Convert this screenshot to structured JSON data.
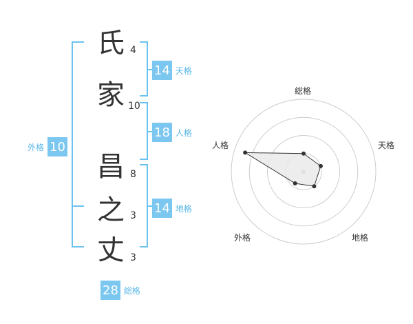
{
  "characters": [
    {
      "char": "氏",
      "strokes": "4"
    },
    {
      "char": "家",
      "strokes": "10"
    },
    {
      "char": "昌",
      "strokes": "8"
    },
    {
      "char": "之",
      "strokes": "3"
    },
    {
      "char": "丈",
      "strokes": "3"
    }
  ],
  "scores": {
    "tenkaku": {
      "value": "14",
      "label": "天格"
    },
    "jinkaku": {
      "value": "18",
      "label": "人格"
    },
    "chikaku": {
      "value": "14",
      "label": "地格"
    },
    "gaikaku": {
      "value": "10",
      "label": "外格"
    },
    "soukaku": {
      "value": "28",
      "label": "総格"
    }
  },
  "radar": {
    "axes": [
      "総格",
      "天格",
      "地格",
      "外格",
      "人格"
    ],
    "levels": 4,
    "max": 4,
    "values": [
      1,
      1,
      1,
      0.8,
      3.4
    ],
    "colors": {
      "ring": "#cccccc",
      "fill": "#e8e8e8",
      "line": "#333333",
      "center": "#bbbbbb"
    }
  }
}
